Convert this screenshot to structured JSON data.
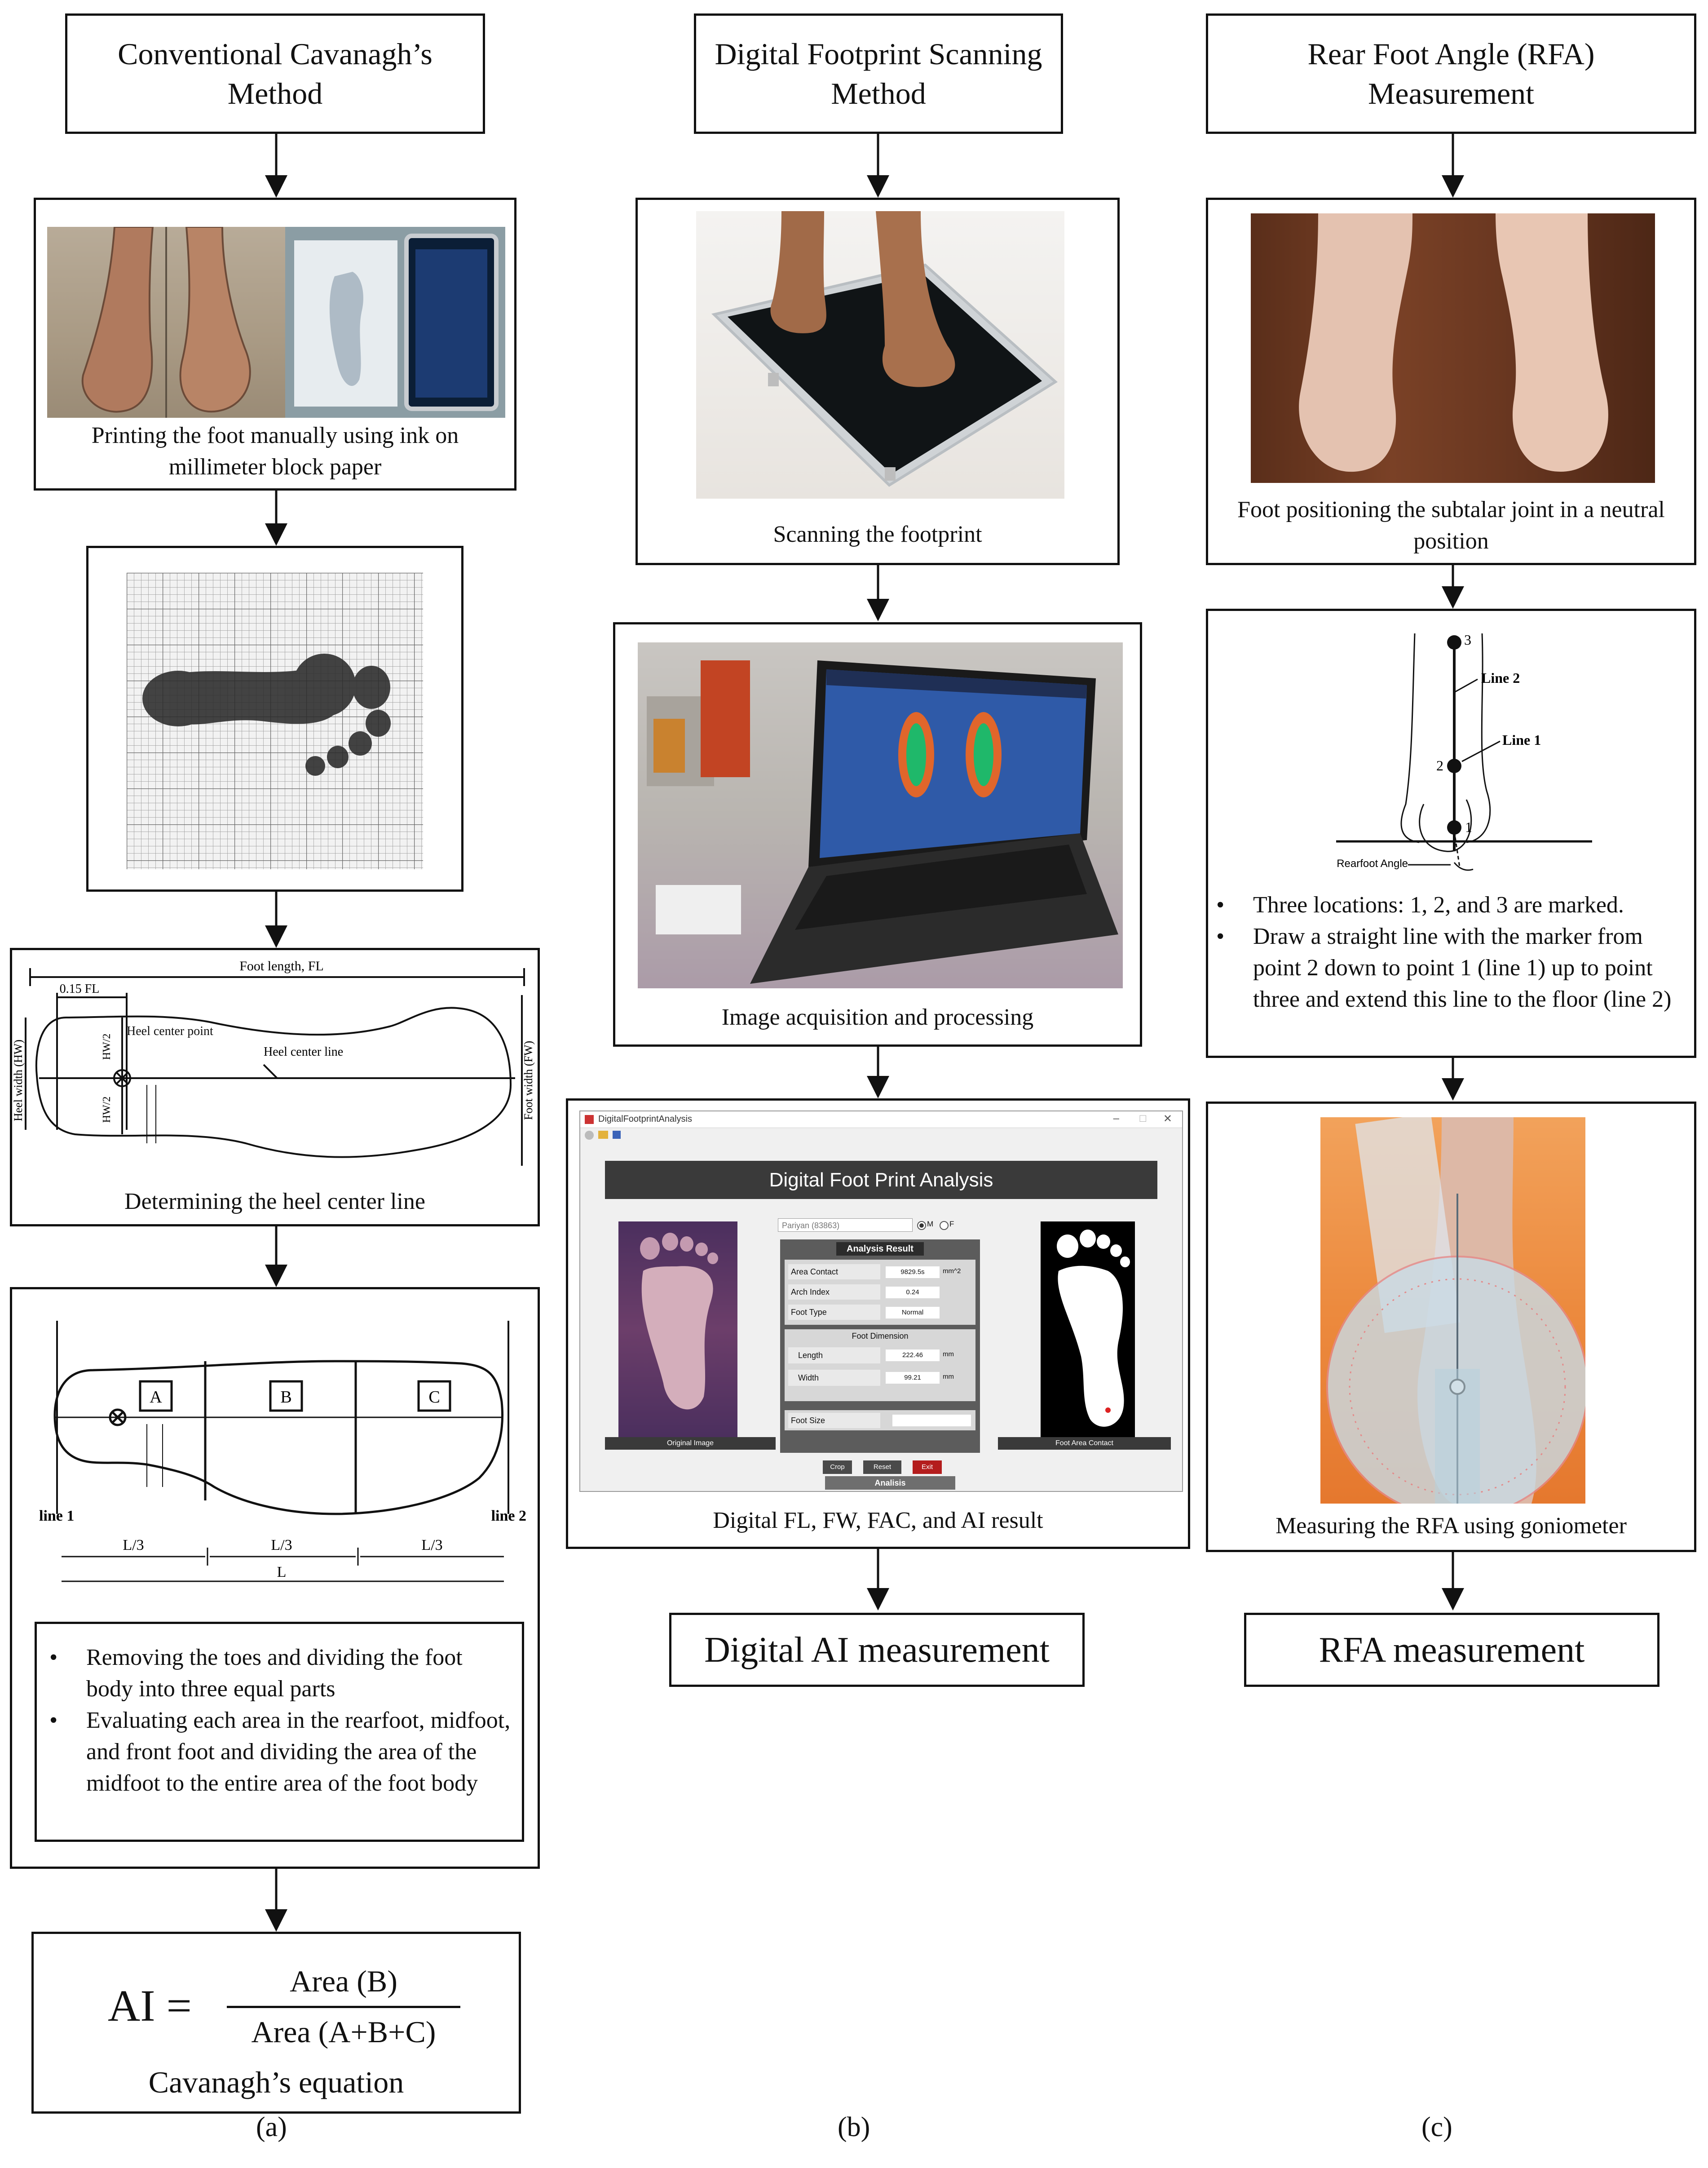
{
  "col_a": {
    "title": "Conventional Cavanagh’s Method",
    "step1_caption": "Printing the foot manually using ink on millimeter block paper",
    "step3": {
      "foot_length": "Foot length, FL",
      "fl015": "0.15 FL",
      "heel_width": "Heel width (HW)",
      "hw2_top": "HW/2",
      "hw2_bottom": "HW/2",
      "heel_center_point": "Heel center point",
      "heel_center_line_label": "Heel center line",
      "foot_width": "Foot width (FW)",
      "caption": "Determining the heel center line"
    },
    "step4": {
      "label_a": "A",
      "label_b": "B",
      "label_c": "C",
      "line1": "line 1",
      "line2": "line 2",
      "l3_1": "L/3",
      "l3_2": "L/3",
      "l3_3": "L/3",
      "l": "L",
      "bullet1": "Removing the toes and dividing the foot body into three equal parts",
      "bullet2": "Evaluating each area in the rearfoot, midfoot, and front foot and dividing the area of the midfoot to the entire area of the foot body"
    },
    "equation": {
      "lhs": "AI =",
      "numerator": "Area (B)",
      "denominator": "Area (A+B+C)",
      "caption": "Cavanagh’s equation"
    },
    "sublabel": "(a)"
  },
  "col_b": {
    "title": "Digital Footprint Scanning Method",
    "step1_caption": "Scanning the footprint",
    "step2_caption": "Image acquisition and processing",
    "app": {
      "window_title": "DigitalFootprintAnalysis",
      "header": "Digital Foot Print Analysis",
      "name_field": "Pariyan (83863)",
      "radio_m": "M",
      "radio_f": "F",
      "result_title": "Analysis Result",
      "area_contact_label": "Area Contact",
      "area_contact_value": "9829.5s",
      "area_contact_unit": "mm^2",
      "arch_index_label": "Arch Index",
      "arch_index_value": "0.24",
      "foot_type_label": "Foot Type",
      "foot_type_value": "Normal",
      "foot_dimension_title": "Foot Dimension",
      "length_label": "Length",
      "length_value": "222.46",
      "length_unit": "mm",
      "width_label": "Width",
      "width_value": "99.21",
      "width_unit": "mm",
      "foot_size_label": "Foot Size",
      "crop_button": "Crop",
      "reset_button": "Reset",
      "exit_button": "Exit",
      "analysis_button": "Analisis",
      "original_image_label": "Original Image",
      "foot_area_contact_label": "Foot Area Contact"
    },
    "step3_caption": "Digital FL, FW, FAC, and AI result",
    "result": "Digital AI measurement",
    "sublabel": "(b)"
  },
  "col_c": {
    "title": "Rear Foot Angle (RFA) Measurement",
    "step1_caption": "Foot positioning the subtalar joint in a neutral position",
    "diagram": {
      "p1": "1",
      "p2": "2",
      "p3": "3",
      "line1": "Line 1",
      "line2": "Line 2",
      "rearfoot_angle": "Rearfoot Angle"
    },
    "bullet1": "Three locations: 1, 2, and 3 are marked.",
    "bullet2": "Draw a straight line with the marker from point 2 down to point 1 (line 1) up to point three and extend this line to the floor (line 2)",
    "step3_caption": "Measuring the RFA using goniometer",
    "result": "RFA measurement",
    "sublabel": "(c)"
  }
}
